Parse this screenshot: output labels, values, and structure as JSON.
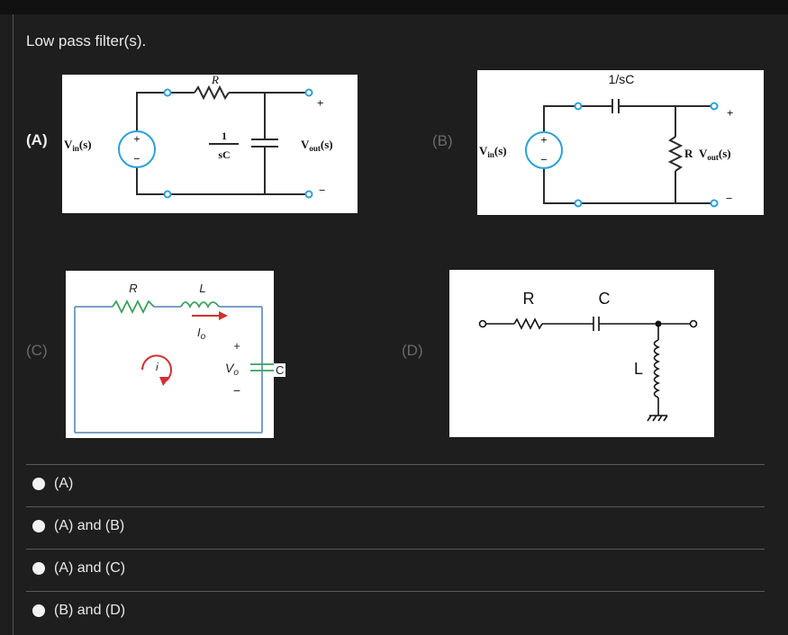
{
  "question": "Low pass filter(s).",
  "figures": {
    "a": {
      "label": "(A)",
      "vin": "V",
      "vin_sub": "in",
      "vin_arg": "(s)",
      "vout": "V",
      "vout_sub": "out",
      "vout_arg": "(s)",
      "r": "R",
      "cap_num": "1",
      "cap_den": "sC",
      "plus": "+",
      "minus": "−"
    },
    "b": {
      "label": "(B)",
      "vin": "V",
      "vin_sub": "in",
      "vin_arg": "(s)",
      "vout": "V",
      "vout_sub": "out",
      "vout_arg": "(s)",
      "r": "R",
      "cap": "1/sC",
      "plus": "+",
      "minus": "−"
    },
    "c": {
      "label": "(C)",
      "r": "R",
      "l": "L",
      "io": "I",
      "io_sub": "o",
      "i": "i",
      "vo": "V",
      "vo_sub": "o",
      "c": "C",
      "plus": "+",
      "minus": "−"
    },
    "d": {
      "label": "(D)",
      "r": "R",
      "c": "C",
      "l": "L"
    }
  },
  "options": [
    {
      "label": "(A)"
    },
    {
      "label": "(A) and (B)"
    },
    {
      "label": "(A) and (C)"
    },
    {
      "label": "(B) and (D)"
    }
  ],
  "colors": {
    "background": "#1e1e1e",
    "text": "#eaeaea",
    "muted_label": "#6a6a6a",
    "divider": "#5a5a5a",
    "wire": "#2b2b2b",
    "terminal": "#2aa0d8",
    "source": "#2aa0d8",
    "figure_c_wire": "#7aa0c8",
    "figure_c_component": "#3aa05a",
    "current_arrow": "#d03030"
  }
}
